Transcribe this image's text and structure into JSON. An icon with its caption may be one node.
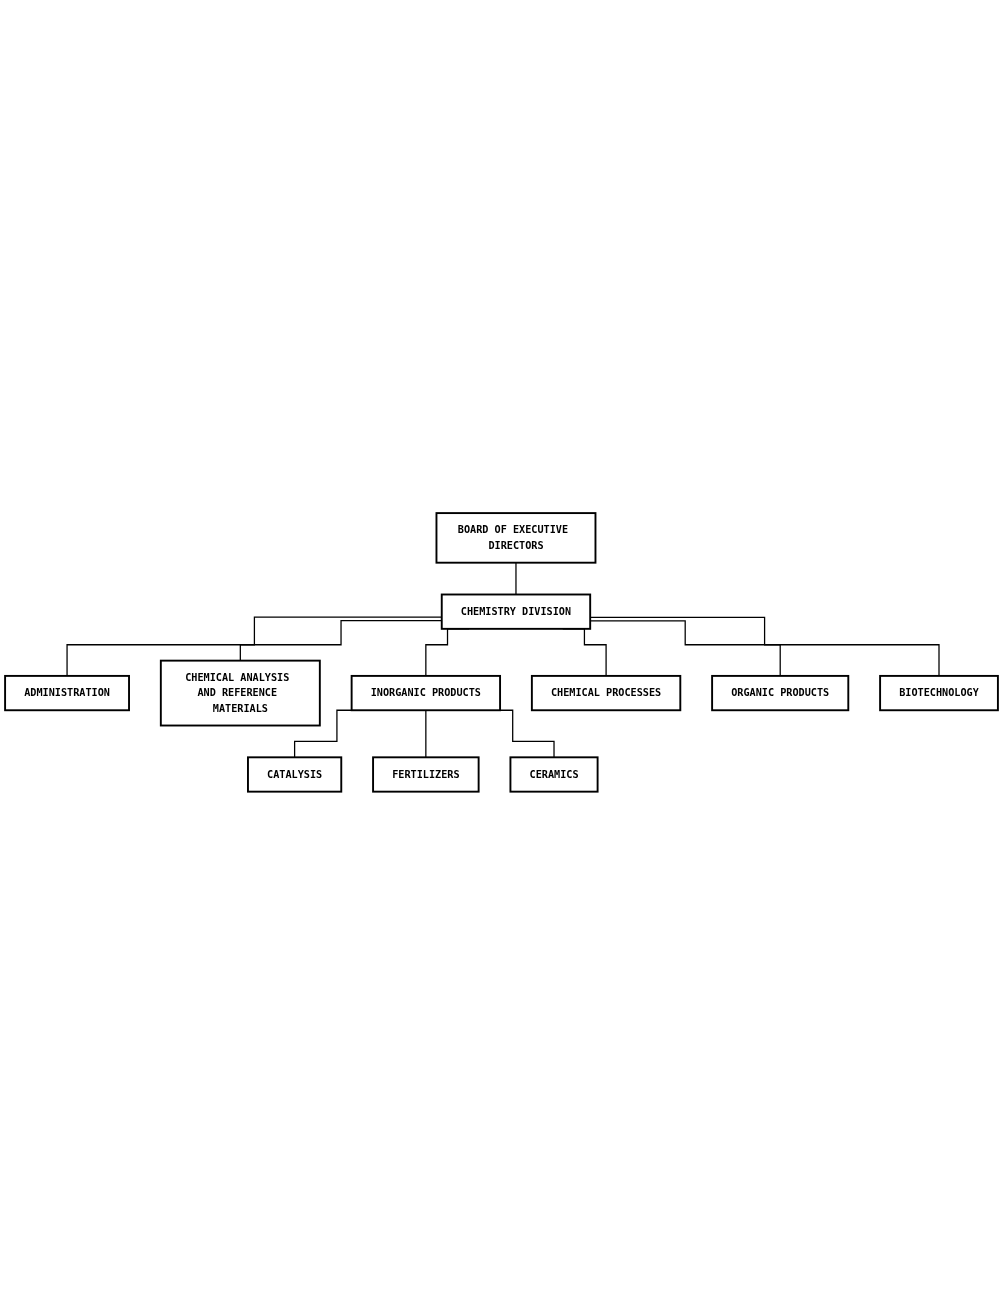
{
  "diagram": {
    "nodes": [
      {
        "text": [
          "BOARD OF EXECUTIVE DIRECTORS"
        ]
      },
      {
        "text": [
          "CHEMISTRY DIVISION"
        ]
      },
      {
        "text": [
          "ADMINISTRATION"
        ]
      },
      {
        "text": [
          "CHEMICAL ANALYSIS AND REFERENCE MATERIALS"
        ]
      },
      {
        "text": [
          "INORGANIC PRODUCTS"
        ]
      },
      {
        "text": [
          "CHEMICAL PROCESSES"
        ]
      },
      {
        "text": [
          "ORGANIC PRODUCTS"
        ]
      },
      {
        "text": [
          "BIOTECHNOLOGY"
        ]
      },
      {
        "text": [
          "CATALYSIS"
        ]
      },
      {
        "text": [
          "FERTILIZERS"
        ]
      },
      {
        "text": [
          "CERAMICS"
        ]
      }
    ],
    "edges": [
      {
        "from": 0,
        "to": 1,
        "arrow": "none"
      },
      {
        "from": 1,
        "to": 2,
        "arrow": "none"
      },
      {
        "from": 1,
        "to": 3,
        "arrow": "none"
      },
      {
        "from": 1,
        "to": 4,
        "arrow": "none"
      },
      {
        "from": 1,
        "to": 5,
        "arrow": "none"
      },
      {
        "from": 1,
        "to": 6,
        "arrow": "none"
      },
      {
        "from": 1,
        "to": 7,
        "arrow": "none"
      },
      {
        "from": 4,
        "to": 8,
        "arrow": "none"
      },
      {
        "from": 4,
        "to": 9,
        "arrow": "none"
      },
      {
        "from": 4,
        "to": 10,
        "arrow": "none"
      }
    ]
  }
}
